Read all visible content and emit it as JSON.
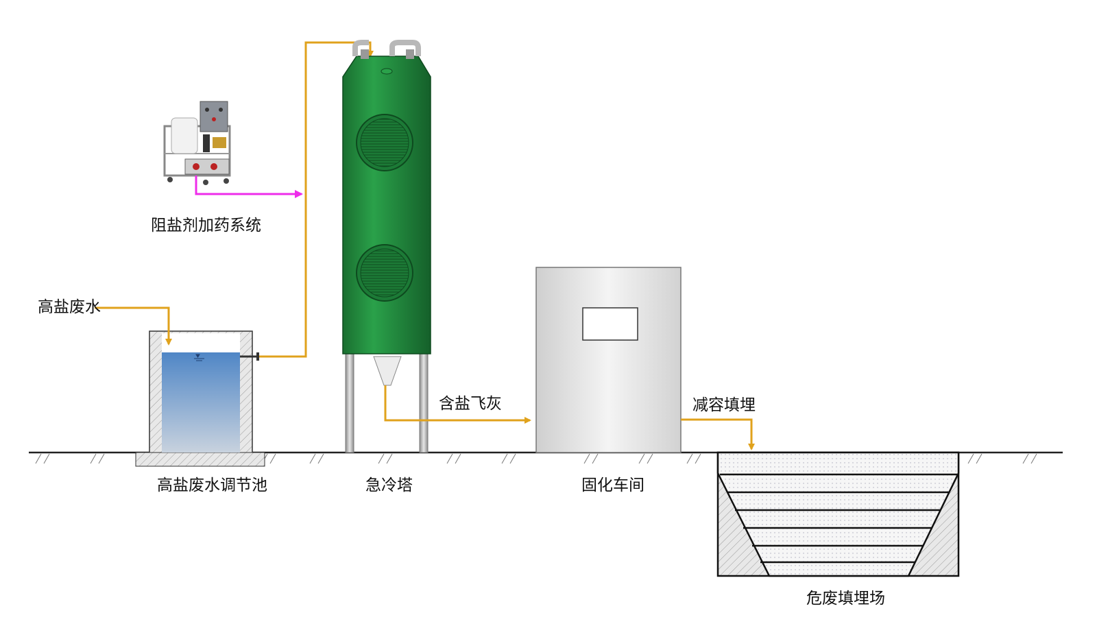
{
  "labels": {
    "dosing_system": "阻盐剂加药系统",
    "wastewater_in": "高盐废水",
    "regulating_tank": "高盐废水调节池",
    "quench_tower": "急冷塔",
    "salty_fly_ash": "含盐飞灰",
    "solidification_workshop": "固化车间",
    "volume_reduction_landfill": "减容填埋",
    "hazardous_landfill": "危废填埋场"
  },
  "colors": {
    "flow_line": "#e0a21c",
    "dosing_line": "#ee2cea",
    "tower_green": "#1e8f3c",
    "water_top": "#4f86c6",
    "water_bottom": "#c8d2de",
    "ground_line": "#222222"
  },
  "icons": {
    "dosing_unit": "dosing-skid-icon",
    "manway": "manway-icon",
    "water_level": "water-level-icon"
  }
}
